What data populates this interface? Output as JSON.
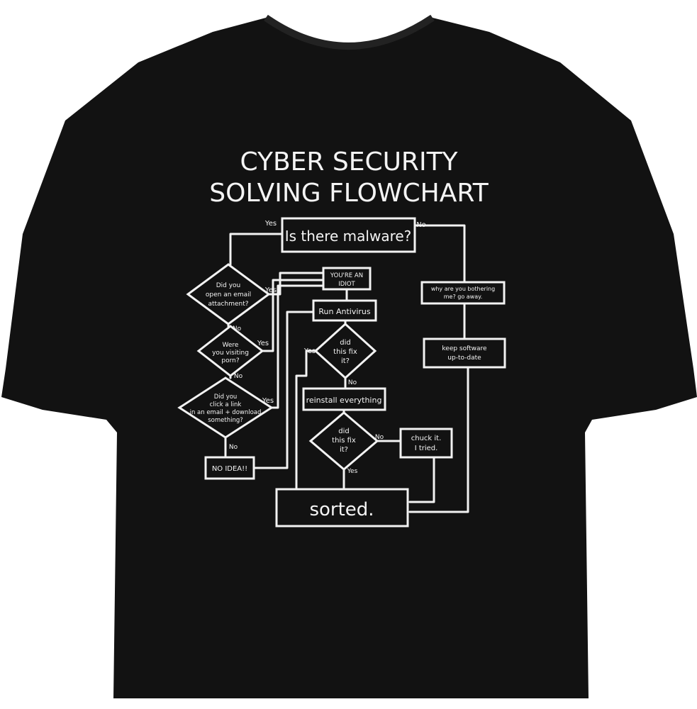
{
  "colors": {
    "shirt": "#121212",
    "ink": "#f2f2f2",
    "background": "#ffffff"
  },
  "title": {
    "line1": "CYBER SECURITY",
    "line2": "SOLVING FLOWCHART"
  },
  "nodes": {
    "malware": "Is there malware?",
    "email": [
      "Did you",
      "open an email",
      "attachment?"
    ],
    "porn": [
      "Were",
      "you visiting",
      "porn?"
    ],
    "link": [
      "Did you",
      "click a link",
      "in an email + download",
      "something?"
    ],
    "no_idea": "NO IDEA!!",
    "idiot": [
      "YOU'RE AN",
      "IDIOT"
    ],
    "antivirus": "Run Antivirus",
    "fix1": [
      "did",
      "this fix",
      "it?"
    ],
    "reinstall": "reinstall everything",
    "fix2": [
      "did",
      "this fix",
      "it?"
    ],
    "chuck": [
      "chuck it.",
      "I tried."
    ],
    "sorted": "sorted.",
    "bothering": [
      "why are you bothering",
      "me? go away."
    ],
    "update": [
      "keep software",
      "up-to-date"
    ]
  },
  "labels": {
    "yes": "Yes",
    "no": "No"
  }
}
